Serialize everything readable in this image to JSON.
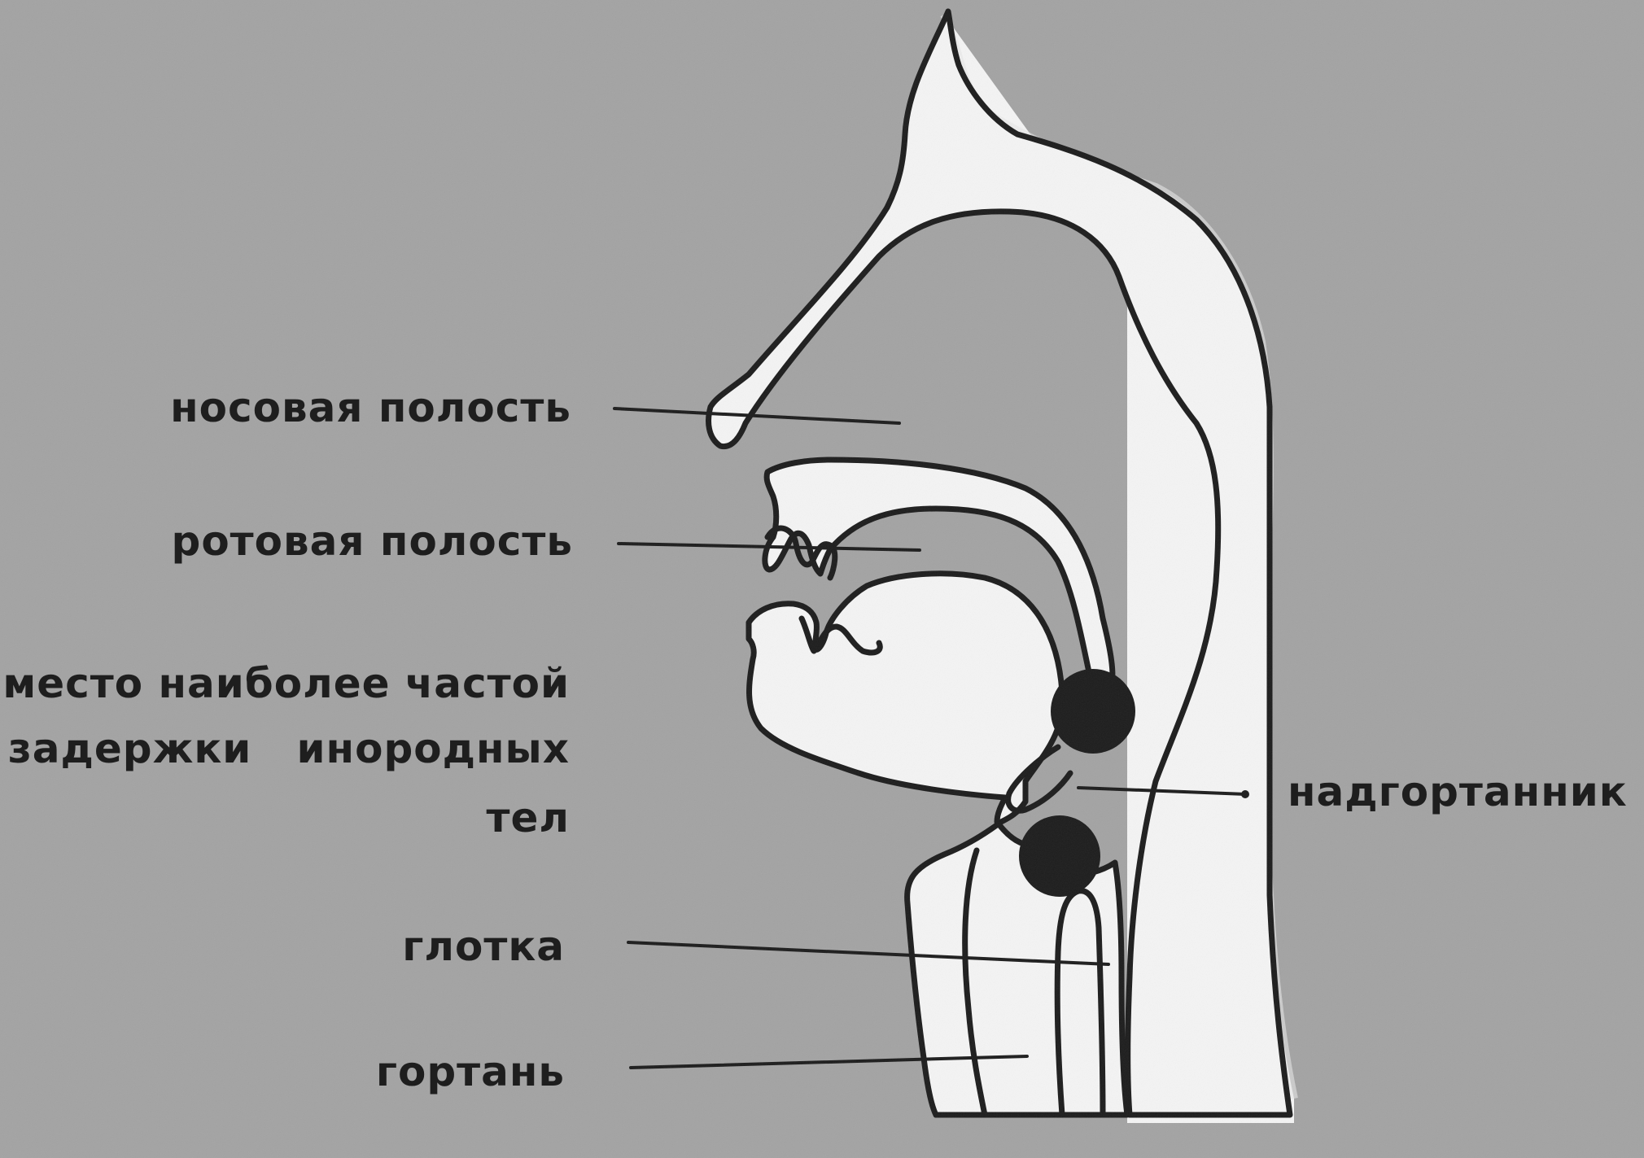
{
  "labels": {
    "nasal_cavity": "носовая полость",
    "oral_cavity": "ротовая полость",
    "foreign_body_site": {
      "line1": "место наиболее частой",
      "line2": "задержки   инородных",
      "line3": "тел"
    },
    "epiglottis": "надгортанник",
    "pharynx": "глотка",
    "larynx": "гортань"
  },
  "colors": {
    "background": "#a3a3a3",
    "fill": "#f4f4f4",
    "stroke": "#1c1c1c",
    "text": "#1e1e1e"
  }
}
